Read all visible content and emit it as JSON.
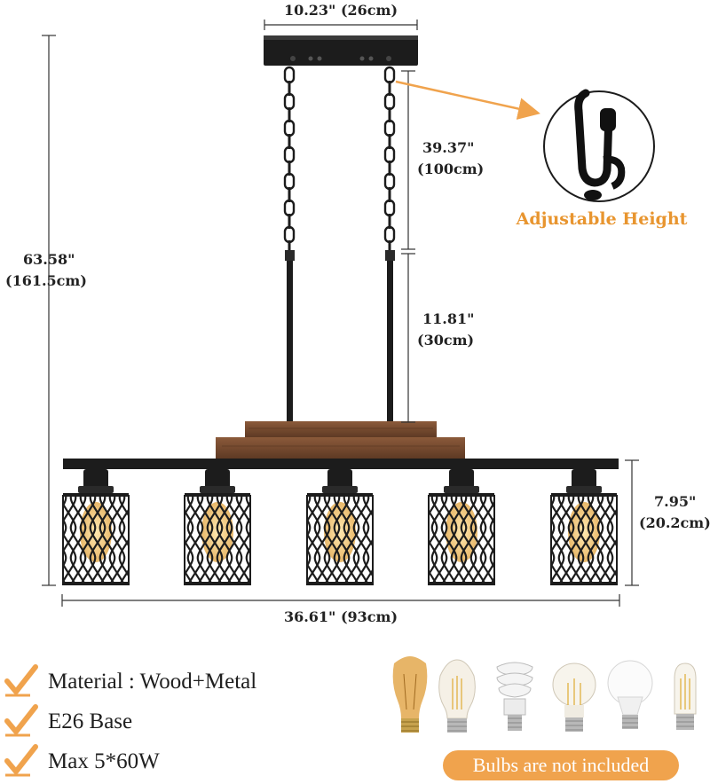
{
  "dimensions": {
    "canopy_width": "10.23\" (26cm)",
    "chain_length_in": "39.37\"",
    "chain_length_cm": "(100cm)",
    "rod_length_in": "11.81\"",
    "rod_length_cm": "(30cm)",
    "total_height_in": "63.58\"",
    "total_height_cm": "(161.5cm)",
    "shade_height_in": "7.95\"",
    "shade_height_cm": "(20.2cm)",
    "total_width": "36.61\" (93cm)"
  },
  "callout": {
    "label": "Adjustable Height"
  },
  "features": [
    {
      "label": "Material : Wood+Metal"
    },
    {
      "label": "E26 Base"
    },
    {
      "label": "Max 5*60W"
    }
  ],
  "bulbs_note": "Bulbs are not included",
  "colors": {
    "accent_orange": "#f0a34d",
    "callout_text": "#e8952f",
    "metal": "#1c1c1c",
    "wood": "#7a4a2e",
    "dimension_line": "#222222"
  },
  "icons": [
    "checkmark-icon",
    "carabiner-icon",
    "edison-bulb-icon",
    "led-filament-bulb-icon",
    "spiral-cfl-bulb-icon",
    "a19-filament-bulb-icon",
    "frosted-led-bulb-icon",
    "tubular-filament-bulb-icon"
  ]
}
